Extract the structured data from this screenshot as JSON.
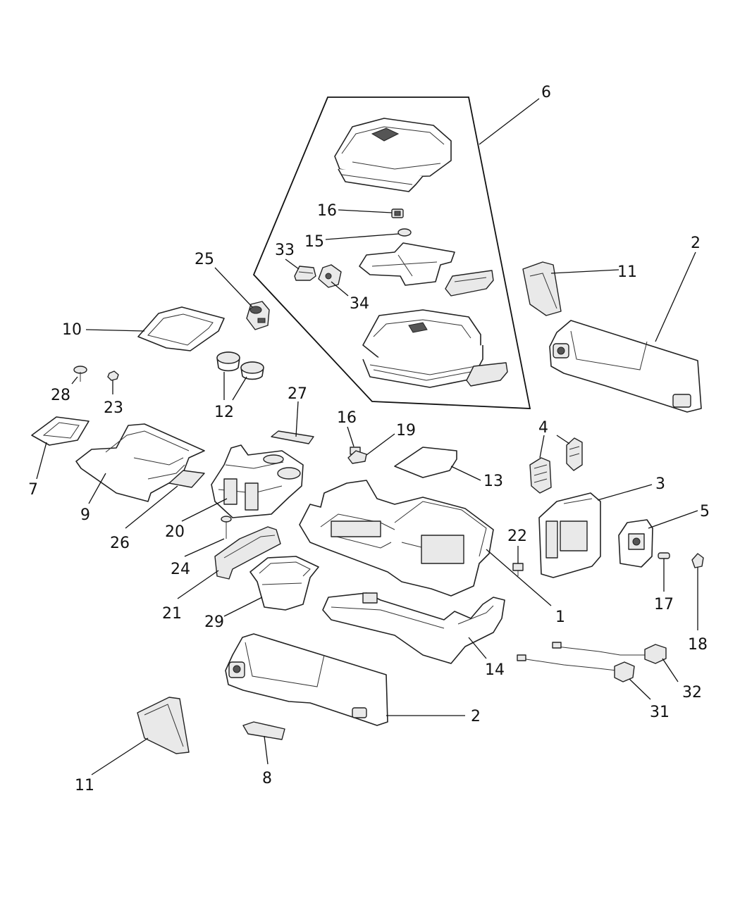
{
  "diagram": {
    "callouts": [
      {
        "id": "c6",
        "label": "6"
      },
      {
        "id": "c16a",
        "label": "16"
      },
      {
        "id": "c15",
        "label": "15"
      },
      {
        "id": "c33",
        "label": "33"
      },
      {
        "id": "c34",
        "label": "34"
      },
      {
        "id": "c25",
        "label": "25"
      },
      {
        "id": "c10",
        "label": "10"
      },
      {
        "id": "c11a",
        "label": "11"
      },
      {
        "id": "c2a",
        "label": "2"
      },
      {
        "id": "c28",
        "label": "28"
      },
      {
        "id": "c23",
        "label": "23"
      },
      {
        "id": "c12",
        "label": "12"
      },
      {
        "id": "c27",
        "label": "27"
      },
      {
        "id": "c16b",
        "label": "16"
      },
      {
        "id": "c19",
        "label": "19"
      },
      {
        "id": "c4",
        "label": "4"
      },
      {
        "id": "c7",
        "label": "7"
      },
      {
        "id": "c9",
        "label": "9"
      },
      {
        "id": "c26",
        "label": "26"
      },
      {
        "id": "c20",
        "label": "20"
      },
      {
        "id": "c13",
        "label": "13"
      },
      {
        "id": "c3",
        "label": "3"
      },
      {
        "id": "c5",
        "label": "5"
      },
      {
        "id": "c22",
        "label": "22"
      },
      {
        "id": "c24",
        "label": "24"
      },
      {
        "id": "c21",
        "label": "21"
      },
      {
        "id": "c29",
        "label": "29"
      },
      {
        "id": "c1",
        "label": "1"
      },
      {
        "id": "c17",
        "label": "17"
      },
      {
        "id": "c18",
        "label": "18"
      },
      {
        "id": "c14",
        "label": "14"
      },
      {
        "id": "c32",
        "label": "32"
      },
      {
        "id": "c31",
        "label": "31"
      },
      {
        "id": "c2b",
        "label": "2"
      },
      {
        "id": "c11b",
        "label": "11"
      },
      {
        "id": "c8",
        "label": "8"
      }
    ]
  }
}
